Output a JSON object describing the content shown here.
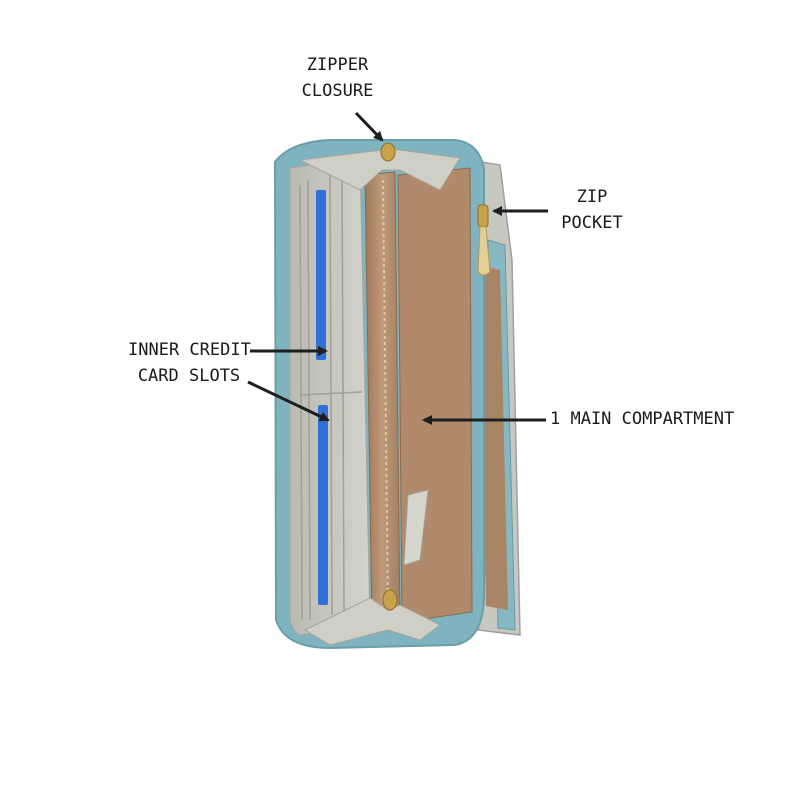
{
  "callouts": {
    "zipper_closure": {
      "line1": "ZIPPER",
      "line2": "CLOSURE"
    },
    "zip_pocket": {
      "line1": "ZIP",
      "line2": "POCKET"
    },
    "inner_credit_card_slots": {
      "line1": "INNER CREDIT",
      "line2": "CARD SLOTS"
    },
    "main_compartment": {
      "line1": "1 MAIN COMPARTMENT"
    }
  },
  "colors": {
    "wallet_teal": "#7fb3bf",
    "wallet_grey": "#c9c9c0",
    "lining_tan": "#b0896b",
    "card_blue": "#2f6fd6",
    "zipper_gold": "#c8a24a",
    "arrow": "#1e1e1e"
  }
}
